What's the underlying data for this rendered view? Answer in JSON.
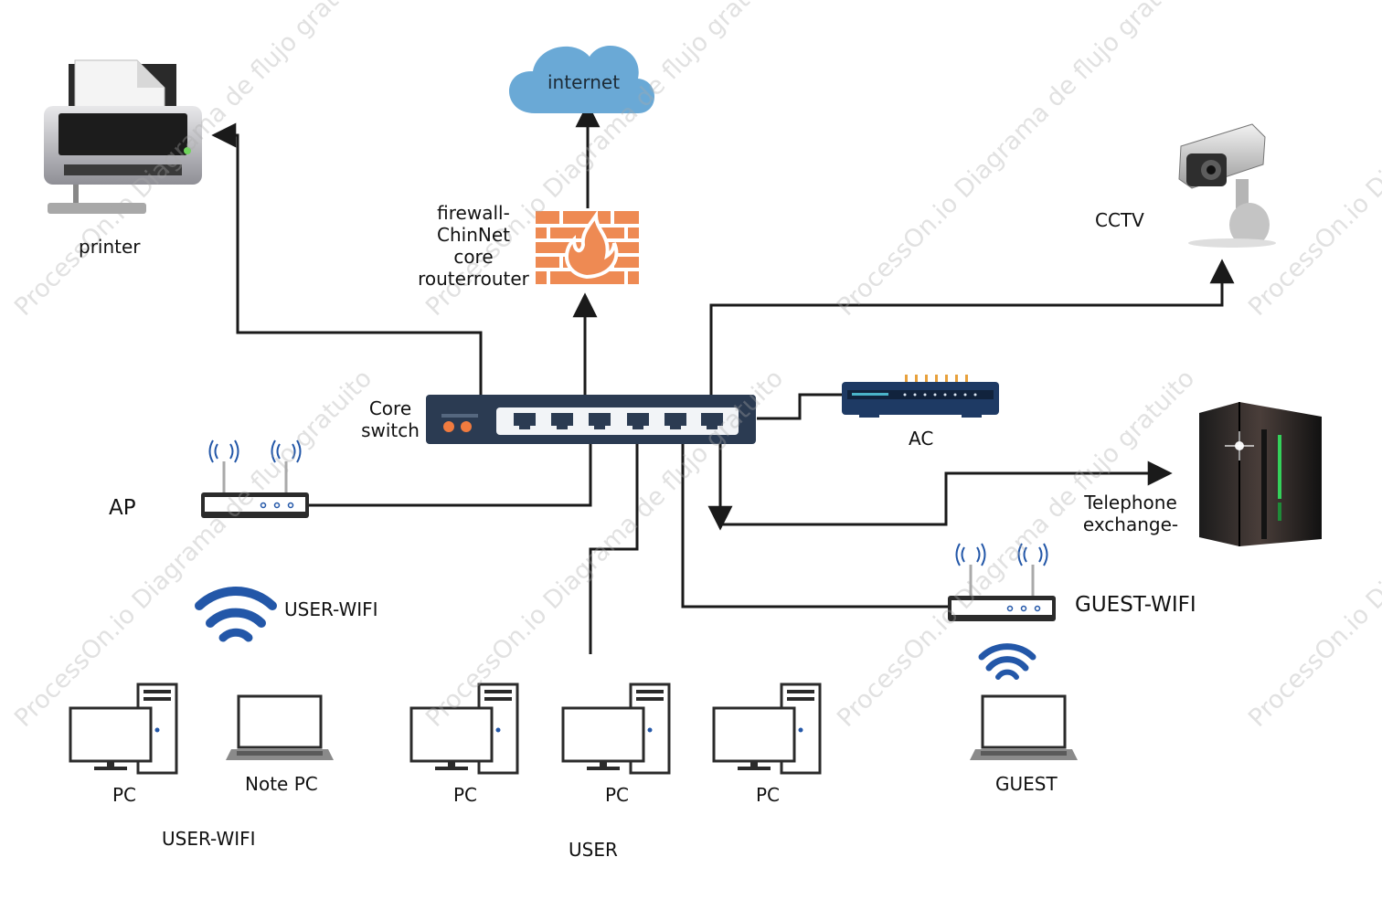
{
  "labels": {
    "internet": "internet",
    "firewall": "firewall-\nChinNet\ncore\nrouterrouter",
    "printer": "printer",
    "cctv": "CCTV",
    "core_switch": "Core\nswitch",
    "ac": "AC",
    "ap": "AP",
    "telephone": "Telephone\nexchange-",
    "user_wifi_signal": "USER-WIFI",
    "guest_wifi": "GUEST-WIFI",
    "pc_1": "PC",
    "note_pc": "Note PC",
    "pc_2": "PC",
    "pc_3": "PC",
    "pc_4": "PC",
    "guest": "GUEST",
    "user_wifi_group": "USER-WIFI",
    "user_group": "USER"
  },
  "watermark": "ProcessOn.io Diagrama de flujo gratuito",
  "colors": {
    "line": "#1a1a1a",
    "cloud": "#6aa9d6",
    "firewall": "#ee8a53",
    "switch_body": "#2b3b52",
    "wifi": "#2357a8",
    "watermark": "#aaaaaa"
  },
  "icons": [
    "printer-icon",
    "cloud-icon",
    "firewall-icon",
    "cctv-camera-icon",
    "switch-icon",
    "ac-controller-icon",
    "server-icon",
    "router-icon",
    "wifi-icon",
    "desktop-pc-icon",
    "laptop-icon"
  ]
}
